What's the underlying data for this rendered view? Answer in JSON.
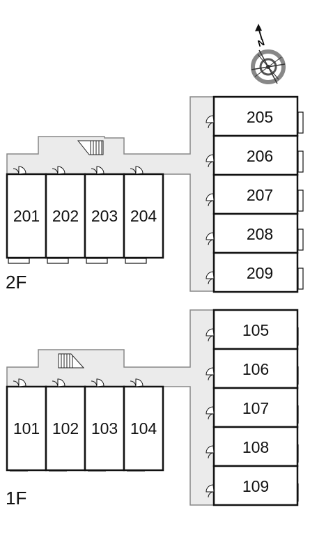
{
  "compass": {
    "label": "N",
    "icon": "north-arrow-compass-icon"
  },
  "floors": [
    {
      "label": "2F",
      "rooms_row": [
        "201",
        "202",
        "203",
        "204"
      ],
      "rooms_col": [
        "205",
        "206",
        "207",
        "208",
        "209"
      ]
    },
    {
      "label": "1F",
      "rooms_row": [
        "101",
        "102",
        "103",
        "104"
      ],
      "rooms_col": [
        "105",
        "106",
        "107",
        "108",
        "109"
      ]
    }
  ],
  "colors": {
    "corridor": "#ebebeb",
    "wall": "#111111",
    "corridor_edge": "#888888"
  }
}
